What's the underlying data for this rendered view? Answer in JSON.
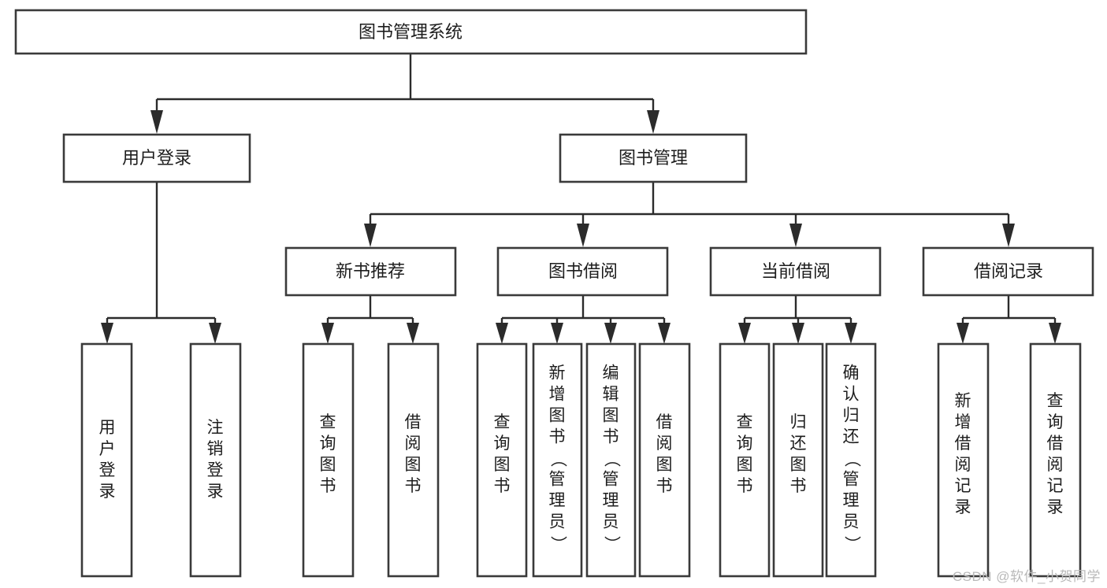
{
  "diagram": {
    "type": "tree",
    "title": "图书管理系统",
    "orientation": "top-down",
    "root": {
      "id": "root",
      "label": "图书管理系统",
      "text_orientation": "horizontal"
    },
    "level2": [
      {
        "id": "user-login",
        "label": "用户登录",
        "text_orientation": "horizontal"
      },
      {
        "id": "book-manage",
        "label": "图书管理",
        "text_orientation": "horizontal"
      }
    ],
    "level3": [
      {
        "id": "new-book-rec",
        "label": "新书推荐",
        "parent": "book-manage",
        "text_orientation": "horizontal"
      },
      {
        "id": "book-borrow",
        "label": "图书借阅",
        "parent": "book-manage",
        "text_orientation": "horizontal"
      },
      {
        "id": "current-borrow",
        "label": "当前借阅",
        "parent": "book-manage",
        "text_orientation": "horizontal"
      },
      {
        "id": "borrow-record",
        "label": "借阅记录",
        "parent": "book-manage",
        "text_orientation": "horizontal"
      }
    ],
    "leaves": [
      {
        "id": "leaf-user-login",
        "label": "用户登录",
        "parent": "user-login",
        "text_orientation": "vertical"
      },
      {
        "id": "leaf-user-logout",
        "label": "注销登录",
        "parent": "user-login",
        "text_orientation": "vertical"
      },
      {
        "id": "leaf-rec-query",
        "label": "查询图书",
        "parent": "new-book-rec",
        "text_orientation": "vertical"
      },
      {
        "id": "leaf-rec-borrow",
        "label": "借阅图书",
        "parent": "new-book-rec",
        "text_orientation": "vertical"
      },
      {
        "id": "leaf-borrow-query",
        "label": "查询图书",
        "parent": "book-borrow",
        "text_orientation": "vertical"
      },
      {
        "id": "leaf-borrow-add",
        "label": "新增图书（管理员）",
        "parent": "book-borrow",
        "text_orientation": "vertical"
      },
      {
        "id": "leaf-borrow-edit",
        "label": "编辑图书（管理员）",
        "parent": "book-borrow",
        "text_orientation": "vertical"
      },
      {
        "id": "leaf-borrow-lend",
        "label": "借阅图书",
        "parent": "book-borrow",
        "text_orientation": "vertical"
      },
      {
        "id": "leaf-current-query",
        "label": "查询图书",
        "parent": "current-borrow",
        "text_orientation": "vertical"
      },
      {
        "id": "leaf-current-return",
        "label": "归还图书",
        "parent": "current-borrow",
        "text_orientation": "vertical"
      },
      {
        "id": "leaf-current-confirm",
        "label": "确认归还（管理员）",
        "parent": "current-borrow",
        "text_orientation": "vertical"
      },
      {
        "id": "leaf-record-add",
        "label": "新增借阅记录",
        "parent": "borrow-record",
        "text_orientation": "vertical"
      },
      {
        "id": "leaf-record-query",
        "label": "查询借阅记录",
        "parent": "borrow-record",
        "text_orientation": "vertical"
      }
    ],
    "colors": {
      "box_fill": "#ffffff",
      "box_stroke": "#3a3a3a",
      "connector": "#2b2b2b",
      "text": "#1d1d1d",
      "background": "#ffffff",
      "watermark": "#b9b9b9"
    }
  },
  "watermark": {
    "text": "CSDN @软件_小贺同学"
  }
}
